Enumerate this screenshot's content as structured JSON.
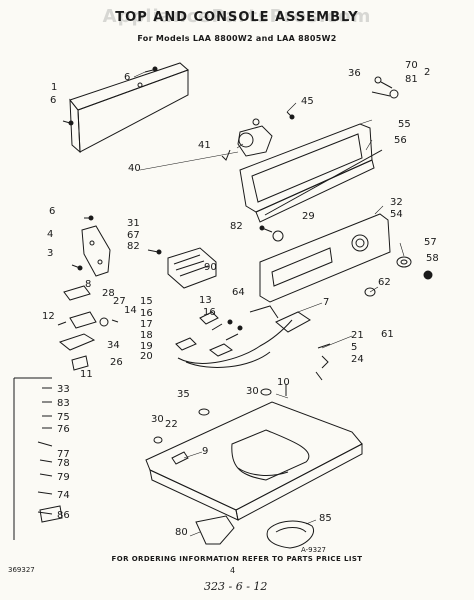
{
  "header": {
    "title": "TOP AND CONSOLE ASSEMBLY",
    "subtitle": "For Models LAA 8800W2 and LAA 8805W2",
    "watermark": "AppliancePartsPros.com"
  },
  "callouts": [
    {
      "id": "c6a",
      "label": "6"
    },
    {
      "id": "c1",
      "label": "1"
    },
    {
      "id": "c6b",
      "label": "6"
    },
    {
      "id": "c45",
      "label": "45"
    },
    {
      "id": "c41",
      "label": "41"
    },
    {
      "id": "c40",
      "label": "40"
    },
    {
      "id": "c36",
      "label": "36"
    },
    {
      "id": "c70",
      "label": "70"
    },
    {
      "id": "c2",
      "label": "2"
    },
    {
      "id": "c81",
      "label": "81"
    },
    {
      "id": "c55",
      "label": "55"
    },
    {
      "id": "c56",
      "label": "56"
    },
    {
      "id": "c6c",
      "label": "6"
    },
    {
      "id": "c4",
      "label": "4"
    },
    {
      "id": "c3",
      "label": "3"
    },
    {
      "id": "c31",
      "label": "31"
    },
    {
      "id": "c67",
      "label": "67"
    },
    {
      "id": "c82a",
      "label": "82"
    },
    {
      "id": "c90",
      "label": "90"
    },
    {
      "id": "c82b",
      "label": "82"
    },
    {
      "id": "c29",
      "label": "29"
    },
    {
      "id": "c32",
      "label": "32"
    },
    {
      "id": "c54",
      "label": "54"
    },
    {
      "id": "c57",
      "label": "57"
    },
    {
      "id": "c58",
      "label": "58"
    },
    {
      "id": "c8",
      "label": "8"
    },
    {
      "id": "c28",
      "label": "28"
    },
    {
      "id": "c27",
      "label": "27"
    },
    {
      "id": "c14",
      "label": "14"
    },
    {
      "id": "c12",
      "label": "12"
    },
    {
      "id": "c34",
      "label": "34"
    },
    {
      "id": "c26",
      "label": "26"
    },
    {
      "id": "c11",
      "label": "11"
    },
    {
      "id": "c15",
      "label": "15"
    },
    {
      "id": "c16a",
      "label": "16"
    },
    {
      "id": "c17",
      "label": "17"
    },
    {
      "id": "c18",
      "label": "18"
    },
    {
      "id": "c19",
      "label": "19"
    },
    {
      "id": "c20",
      "label": "20"
    },
    {
      "id": "c13",
      "label": "13"
    },
    {
      "id": "c16b",
      "label": "16"
    },
    {
      "id": "c64",
      "label": "64"
    },
    {
      "id": "c62",
      "label": "62"
    },
    {
      "id": "c7",
      "label": "7"
    },
    {
      "id": "c61",
      "label": "61"
    },
    {
      "id": "c21",
      "label": "21"
    },
    {
      "id": "c5",
      "label": "5"
    },
    {
      "id": "c24",
      "label": "24"
    },
    {
      "id": "c33",
      "label": "33"
    },
    {
      "id": "c83",
      "label": "83"
    },
    {
      "id": "c75",
      "label": "75"
    },
    {
      "id": "c76",
      "label": "76"
    },
    {
      "id": "c35",
      "label": "35"
    },
    {
      "id": "c30a",
      "label": "30"
    },
    {
      "id": "c10",
      "label": "10"
    },
    {
      "id": "c30b",
      "label": "30"
    },
    {
      "id": "c22",
      "label": "22"
    },
    {
      "id": "c9",
      "label": "9"
    },
    {
      "id": "c77",
      "label": "77"
    },
    {
      "id": "c78",
      "label": "78"
    },
    {
      "id": "c79",
      "label": "79"
    },
    {
      "id": "c74",
      "label": "74"
    },
    {
      "id": "c86",
      "label": "86"
    },
    {
      "id": "c80",
      "label": "80"
    },
    {
      "id": "c85",
      "label": "85"
    }
  ],
  "footer": {
    "note": "FOR ORDERING INFORMATION REFER TO PARTS PRICE LIST",
    "ref_code": "A-9327",
    "page_number": "4",
    "handwritten": "323 - 6 - 12",
    "side_code": "369327"
  }
}
